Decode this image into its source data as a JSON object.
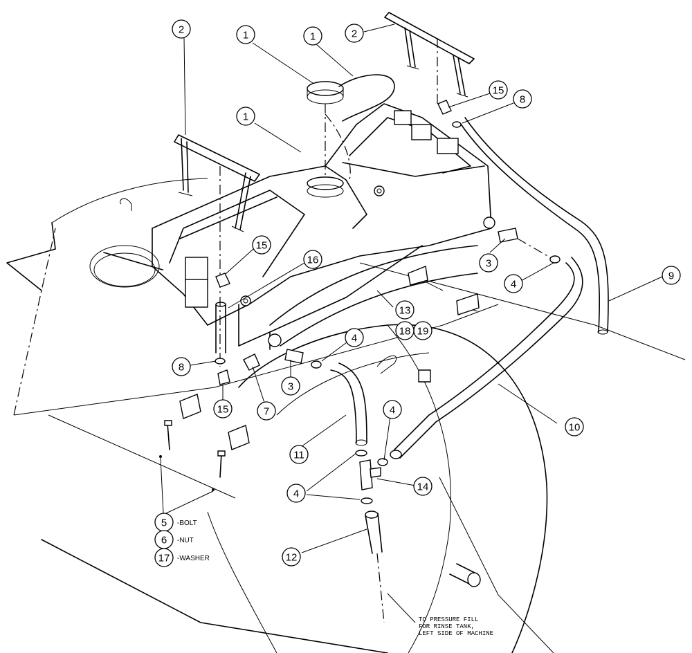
{
  "callouts": [
    {
      "id": "c-2-left",
      "label": "2"
    },
    {
      "id": "c-1-a",
      "label": "1"
    },
    {
      "id": "c-1-b",
      "label": "1"
    },
    {
      "id": "c-2-right",
      "label": "2"
    },
    {
      "id": "c-15-top",
      "label": "15"
    },
    {
      "id": "c-8-top",
      "label": "8"
    },
    {
      "id": "c-1-c",
      "label": "1"
    },
    {
      "id": "c-15-mid",
      "label": "15"
    },
    {
      "id": "c-16",
      "label": "16"
    },
    {
      "id": "c-3-right",
      "label": "3"
    },
    {
      "id": "c-4-right",
      "label": "4"
    },
    {
      "id": "c-9",
      "label": "9"
    },
    {
      "id": "c-13",
      "label": "13"
    },
    {
      "id": "c-18",
      "label": "18"
    },
    {
      "id": "c-19",
      "label": "19"
    },
    {
      "id": "c-8-bottom",
      "label": "8"
    },
    {
      "id": "c-4-mid",
      "label": "4"
    },
    {
      "id": "c-3-bottom",
      "label": "3"
    },
    {
      "id": "c-15-bottom",
      "label": "15"
    },
    {
      "id": "c-7",
      "label": "7"
    },
    {
      "id": "c-10",
      "label": "10"
    },
    {
      "id": "c-4-lower",
      "label": "4"
    },
    {
      "id": "c-11",
      "label": "11"
    },
    {
      "id": "c-14",
      "label": "14"
    },
    {
      "id": "c-4-left",
      "label": "4"
    },
    {
      "id": "c-12",
      "label": "12"
    },
    {
      "id": "c-5",
      "label": "5"
    },
    {
      "id": "c-6",
      "label": "6"
    },
    {
      "id": "c-17",
      "label": "17"
    }
  ],
  "legend": {
    "bolt": "-BOLT",
    "nut": "-NUT",
    "washer": "-WASHER"
  },
  "note": {
    "line1": "TO PRESSURE FILL",
    "line2": "FOR RINSE TANK,",
    "line3": "LEFT SIDE OF MACHINE"
  }
}
